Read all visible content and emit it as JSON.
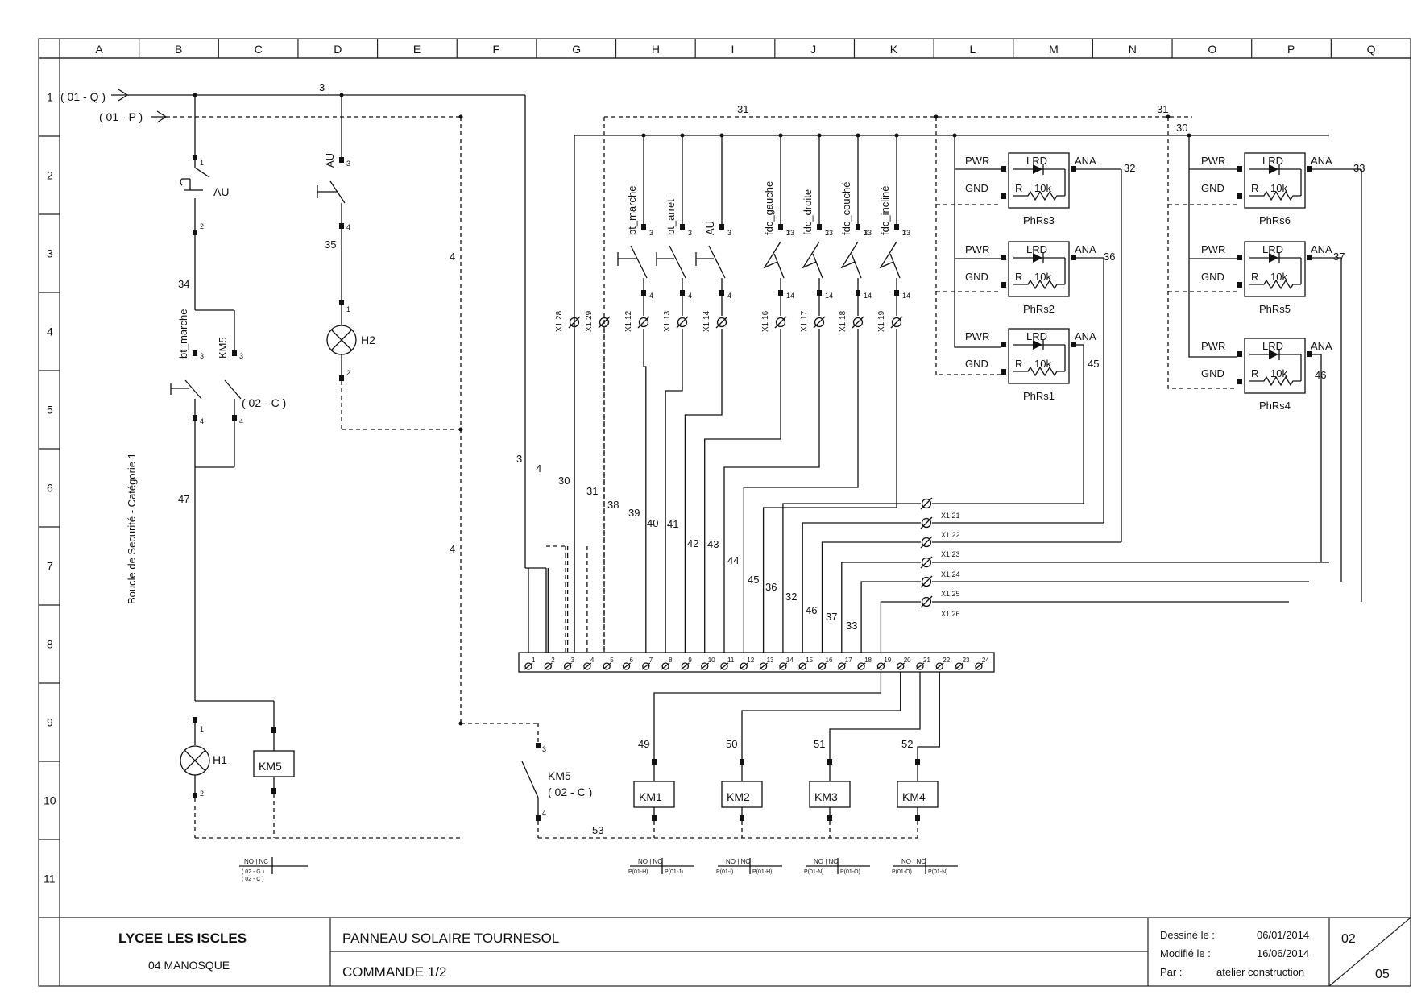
{
  "grid": {
    "columns": [
      "A",
      "B",
      "C",
      "D",
      "E",
      "F",
      "G",
      "H",
      "I",
      "J",
      "K",
      "L",
      "M",
      "N",
      "O",
      "P",
      "Q"
    ],
    "rows": [
      "1",
      "2",
      "3",
      "4",
      "5",
      "6",
      "7",
      "8",
      "9",
      "10",
      "11"
    ]
  },
  "supply": {
    "q_ref": "( 01 - Q )",
    "p_ref": "( 01 - P )"
  },
  "safety_loop": {
    "label": "Boucle de Securité - Catégorie 1",
    "au": "AU",
    "bt_marche": "bt_marche",
    "km5": "KM5",
    "km5_ref": "( 02 - C )",
    "h1": "H1",
    "coil": "KM5",
    "wires": [
      "3",
      "34",
      "47",
      "4",
      "4",
      "35"
    ],
    "contact_table": {
      "head": "NO | NC",
      "r1": "( 02 - G )",
      "r2": "( 02 - C )"
    }
  },
  "aux": {
    "au": "AU",
    "h2": "H2",
    "km5": "KM5",
    "km5_ref": "( 02 - C )",
    "wire53": "53"
  },
  "inputs": [
    {
      "name": "bt_marche",
      "term": "X1.12"
    },
    {
      "name": "bt_arret",
      "term": "X1.13"
    },
    {
      "name": "AU",
      "term": "X1.14"
    },
    {
      "name": "fdc_gauche",
      "term": "X1.16"
    },
    {
      "name": "fdc_droite",
      "term": "X1.17"
    },
    {
      "name": "fdc_couché",
      "term": "X1.18"
    },
    {
      "name": "fdc_incliné",
      "term": "X1.19"
    }
  ],
  "supply_terms": [
    "X1.28",
    "X1.29"
  ],
  "sensor_terms": [
    "X1.21",
    "X1.22",
    "X1.23",
    "X1.24",
    "X1.25",
    "X1.26"
  ],
  "wire_numbers": {
    "bus": [
      "3",
      "4",
      "30",
      "31",
      "38",
      "39",
      "40",
      "41",
      "42",
      "43",
      "44",
      "45",
      "36",
      "32",
      "46",
      "37",
      "33"
    ],
    "top": [
      "31",
      "31",
      "30"
    ],
    "sensor_out": [
      "32",
      "36",
      "45",
      "33",
      "37",
      "46"
    ],
    "coils": [
      "49",
      "50",
      "51",
      "52"
    ]
  },
  "sensors": [
    {
      "name": "PhRs3"
    },
    {
      "name": "PhRs2"
    },
    {
      "name": "PhRs1"
    },
    {
      "name": "PhRs6"
    },
    {
      "name": "PhRs5"
    },
    {
      "name": "PhRs4"
    }
  ],
  "sensor_labels": {
    "pwr": "PWR",
    "gnd": "GND",
    "lrd": "LRD",
    "ana": "ANA",
    "r": "R",
    "val": "10k"
  },
  "terminal_strip": [
    "1",
    "2",
    "3",
    "4",
    "5",
    "6",
    "7",
    "8",
    "9",
    "10",
    "11",
    "12",
    "13",
    "14",
    "15",
    "16",
    "17",
    "18",
    "19",
    "20",
    "21",
    "22",
    "23",
    "24"
  ],
  "coils": [
    {
      "name": "KM1",
      "refs": [
        "P(01-H)",
        "P(01-J)"
      ]
    },
    {
      "name": "KM2",
      "refs": [
        "P(01-I)",
        "P(01-H)"
      ]
    },
    {
      "name": "KM3",
      "refs": [
        "P(01-N)",
        "P(01-O)"
      ]
    },
    {
      "name": "KM4",
      "refs": [
        "P(01-O)",
        "P(01-N)"
      ]
    }
  ],
  "title_block": {
    "school": "LYCEE LES ISCLES",
    "city": "04 MANOSQUE",
    "project": "PANNEAU SOLAIRE TOURNESOL",
    "sheet_name": "COMMANDE 1/2",
    "drawn_label": "Dessiné le :",
    "drawn_date": "06/01/2014",
    "modified_label": "Modifié le :",
    "modified_date": "16/06/2014",
    "by_label": "Par :",
    "by_value": "atelier construction",
    "page": "02",
    "total": "05"
  }
}
